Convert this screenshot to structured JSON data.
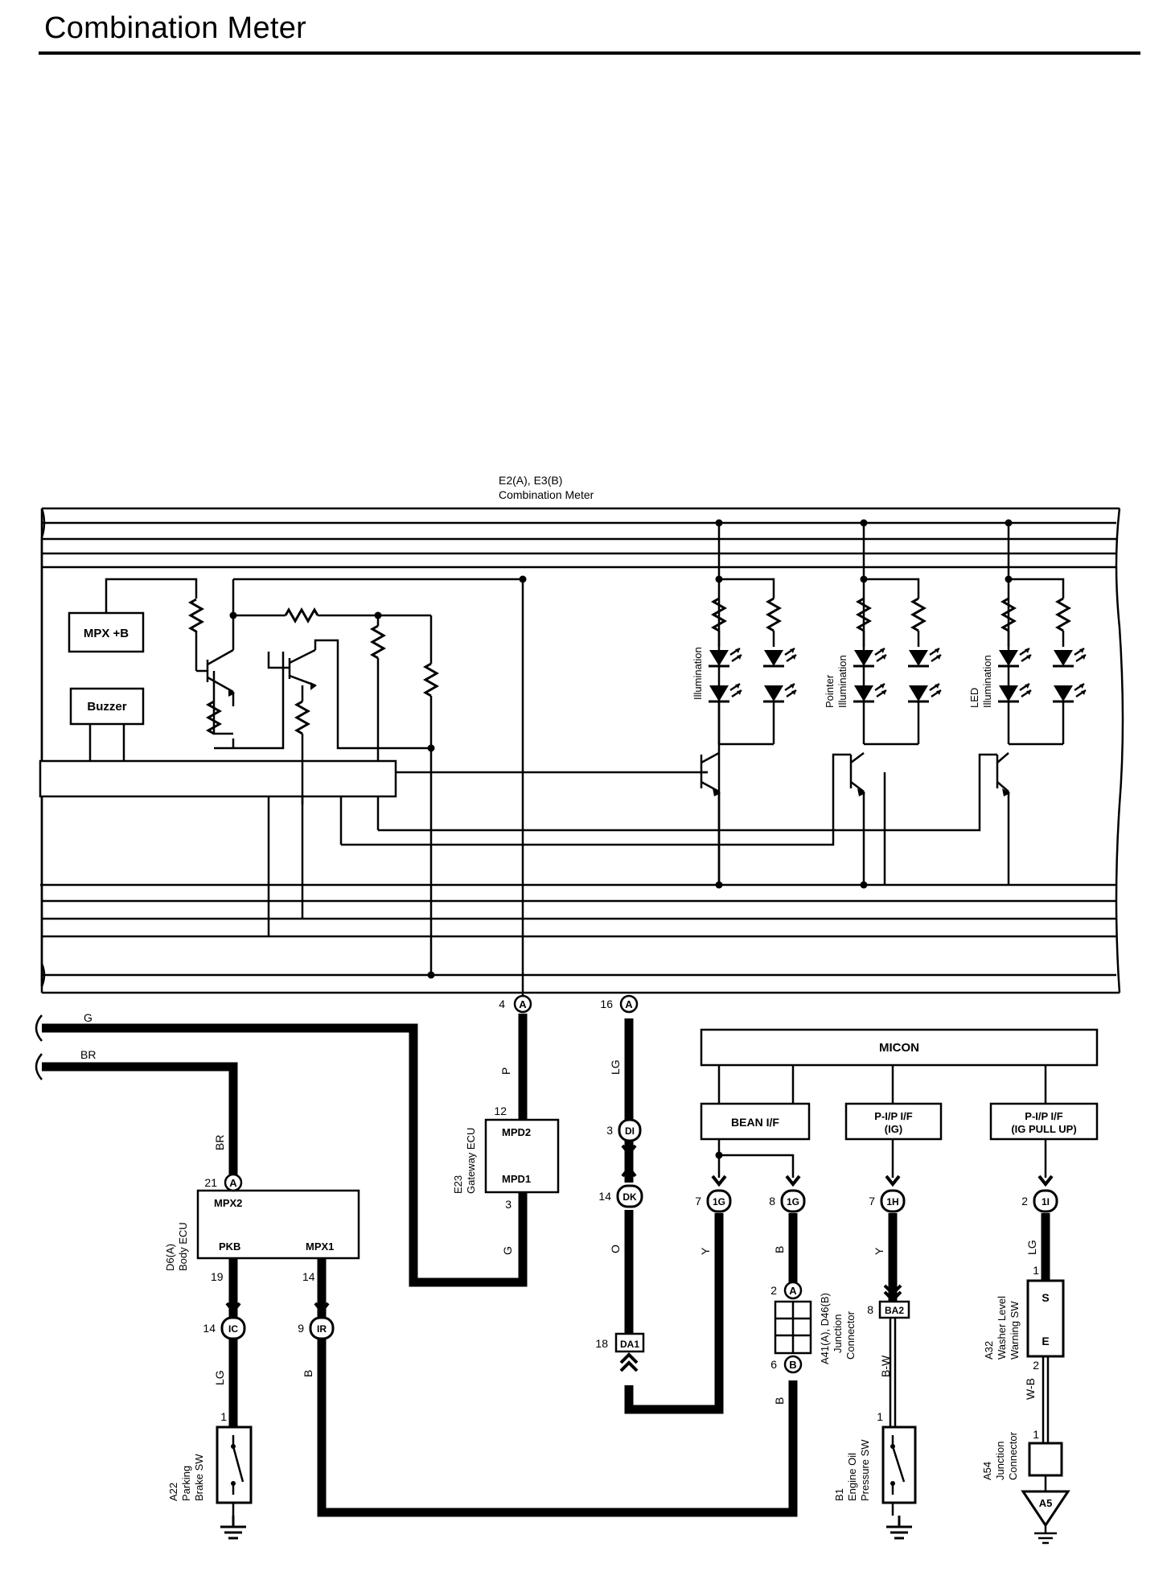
{
  "header": {
    "title": "Combination Meter"
  },
  "meter": {
    "label_line1": "E2(A), E3(B)",
    "label_line2": "Combination Meter"
  },
  "internal_blocks": {
    "mpx_b": "MPX +B",
    "buzzer": "Buzzer"
  },
  "illumination_groups": [
    {
      "label_lines": [
        "Illumination"
      ]
    },
    {
      "label_lines": [
        "Pointer",
        "Illumination"
      ]
    },
    {
      "label_lines": [
        "LED",
        "Illumination"
      ]
    }
  ],
  "meter_pins": [
    {
      "pin": "4",
      "connector": "A"
    },
    {
      "pin": "16",
      "connector": "A"
    }
  ],
  "wire_colors": {
    "g_in": "G",
    "br_in": "BR",
    "p": "P",
    "lg_meter": "LG",
    "br_body": "BR",
    "g_gw": "G",
    "o": "O",
    "y1": "Y",
    "b1": "B",
    "y2": "Y",
    "lg_washer": "LG",
    "lg_park": "LG",
    "b_body": "B",
    "b_jc": "B",
    "bw": "B-W",
    "wb": "W-B"
  },
  "micon": {
    "label": "MICON",
    "bean": "BEAN I/F",
    "pip_ig_line1": "P-I/P I/F",
    "pip_ig_line2": "(IG)",
    "pip_up_line1": "P-I/P I/F",
    "pip_up_line2": "(IG PULL UP)"
  },
  "gateway": {
    "code": "E23",
    "name": "Gateway ECU",
    "mpd2": "MPD2",
    "mpd1": "MPD1",
    "pin12": "12",
    "pin3": "3"
  },
  "body_ecu": {
    "code": "D6(A)",
    "name": "Body ECU",
    "mpx2": "MPX2",
    "pkb": "PKB",
    "mpx1": "MPX1",
    "pin21": "21",
    "conn21": "A",
    "pin19": "19",
    "pin14": "14"
  },
  "connectors": {
    "di": {
      "pin": "3",
      "label": "DI"
    },
    "dk": {
      "pin": "14",
      "label": "DK"
    },
    "da1": {
      "pin": "18",
      "label": "DA1"
    },
    "ig7": {
      "pin": "7",
      "label": "1G"
    },
    "ig8": {
      "pin": "8",
      "label": "1G"
    },
    "ih": {
      "pin": "7",
      "label": "1H"
    },
    "ii": {
      "pin": "2",
      "label": "1I"
    },
    "ic": {
      "pin": "14",
      "label": "IC"
    },
    "ir": {
      "pin": "9",
      "label": "IR"
    },
    "ba2": {
      "pin": "8",
      "label": "BA2"
    }
  },
  "junction_a41": {
    "line1": "A41(A), D46(B)",
    "line2": "Junction",
    "line3": "Connector",
    "pin_a": "2",
    "conn_a": "A",
    "pin_b": "6",
    "conn_b": "B"
  },
  "parking_sw": {
    "code": "A22",
    "line1": "Parking",
    "line2": "Brake SW",
    "pin": "1"
  },
  "oil_sw": {
    "code": "B1",
    "line1": "Engine Oil",
    "line2": "Pressure SW",
    "pin": "1"
  },
  "washer_sw": {
    "code": "A32",
    "line1": "Washer Level",
    "line2": "Warning SW",
    "term_s": "S",
    "term_e": "E",
    "pin1": "1",
    "pin2": "2"
  },
  "junction_a54": {
    "code": "A54",
    "line1": "Junction",
    "line2": "Connector",
    "pin": "1"
  },
  "ground_a5": {
    "label": "A5"
  }
}
